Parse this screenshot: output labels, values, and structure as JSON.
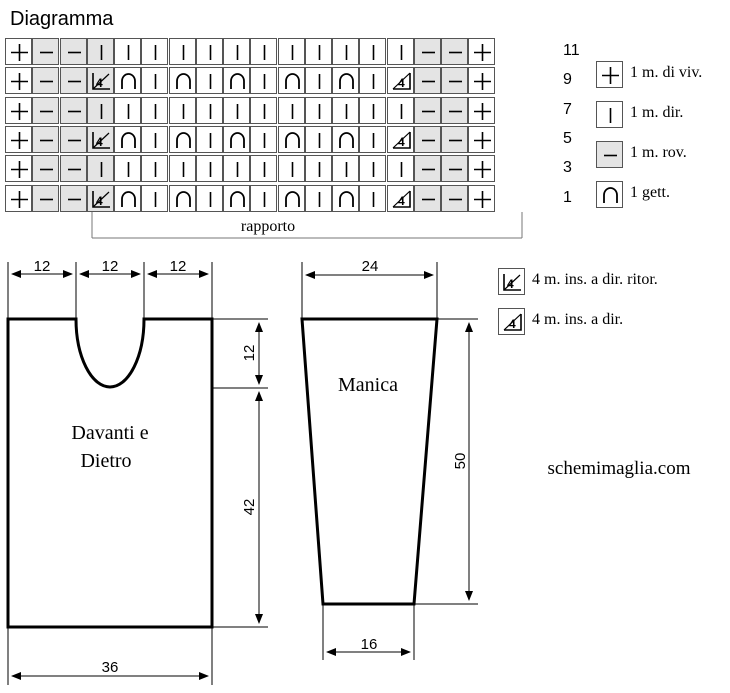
{
  "title": "Diagramma",
  "chart": {
    "rows": [
      {
        "label": "11",
        "cells": [
          "purl",
          "purl",
          "k",
          "k",
          "k",
          "k",
          "k",
          "k",
          "k",
          "k",
          "k",
          "k",
          "k",
          "k",
          "purl",
          "purl"
        ]
      },
      {
        "label": "9",
        "cells": [
          "purl",
          "purl",
          "k4l",
          "yo",
          "k",
          "yo",
          "k",
          "yo",
          "k",
          "yo",
          "k",
          "yo",
          "k",
          "k4r",
          "purl",
          "purl"
        ]
      },
      {
        "label": "7",
        "cells": [
          "purl",
          "purl",
          "k",
          "k",
          "k",
          "k",
          "k",
          "k",
          "k",
          "k",
          "k",
          "k",
          "k",
          "k",
          "purl",
          "purl"
        ]
      },
      {
        "label": "5",
        "cells": [
          "purl",
          "purl",
          "k4l",
          "yo",
          "k",
          "yo",
          "k",
          "yo",
          "k",
          "yo",
          "k",
          "yo",
          "k",
          "k4r",
          "purl",
          "purl"
        ]
      },
      {
        "label": "3",
        "cells": [
          "purl",
          "purl",
          "k",
          "k",
          "k",
          "k",
          "k",
          "k",
          "k",
          "k",
          "k",
          "k",
          "k",
          "k",
          "purl",
          "purl"
        ]
      },
      {
        "label": "1",
        "cells": [
          "purl",
          "purl",
          "k4l",
          "yo",
          "k",
          "yo",
          "k",
          "yo",
          "k",
          "yo",
          "k",
          "yo",
          "k",
          "k4r",
          "purl",
          "purl"
        ]
      }
    ],
    "repeat_label": "rapporto"
  },
  "legend": [
    {
      "symbol": "plus-icon",
      "text": "1 m. di viv."
    },
    {
      "symbol": "knit-icon",
      "text": "1 m. dir."
    },
    {
      "symbol": "purl-icon",
      "text": "1 m. rov."
    },
    {
      "symbol": "yarn-over-icon",
      "text": "1 gett."
    },
    {
      "symbol": "dec-left-icon",
      "text": "4 m. ins. a dir. ritor."
    },
    {
      "symbol": "dec-right-icon",
      "text": "4 m. ins. a dir."
    }
  ],
  "body_piece": {
    "label_line1": "Davanti e",
    "label_line2": "Dietro",
    "dim_top_left": "12",
    "dim_top_mid": "12",
    "dim_top_right": "12",
    "dim_neck_depth": "12",
    "dim_lower_height": "42",
    "dim_width": "36"
  },
  "sleeve": {
    "label": "Manica",
    "dim_top": "24",
    "dim_height": "50",
    "dim_bottom": "16"
  },
  "watermark": "schemimaglia.com"
}
